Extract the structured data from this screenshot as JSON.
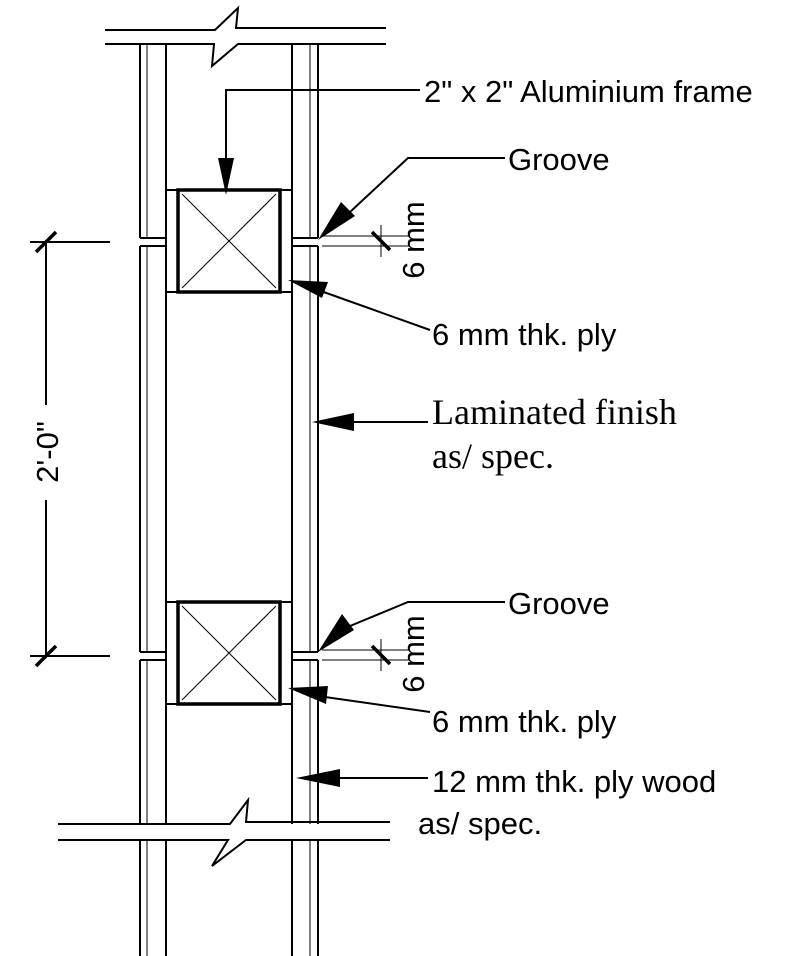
{
  "labels": {
    "frame": "2\" x 2\" Aluminium frame",
    "groove_top": "Groove",
    "groove_bottom": "Groove",
    "gap_top": "6 mm",
    "gap_bottom": "6 mm",
    "ply_top": "6 mm thk. ply",
    "ply_bottom": "6 mm thk. ply",
    "laminate_line1": "Laminated finish",
    "laminate_line2": "as/ spec.",
    "plywood_line1": "12 mm thk. ply wood",
    "plywood_line2": "as/ spec.",
    "height_dim": "2'-0\""
  }
}
